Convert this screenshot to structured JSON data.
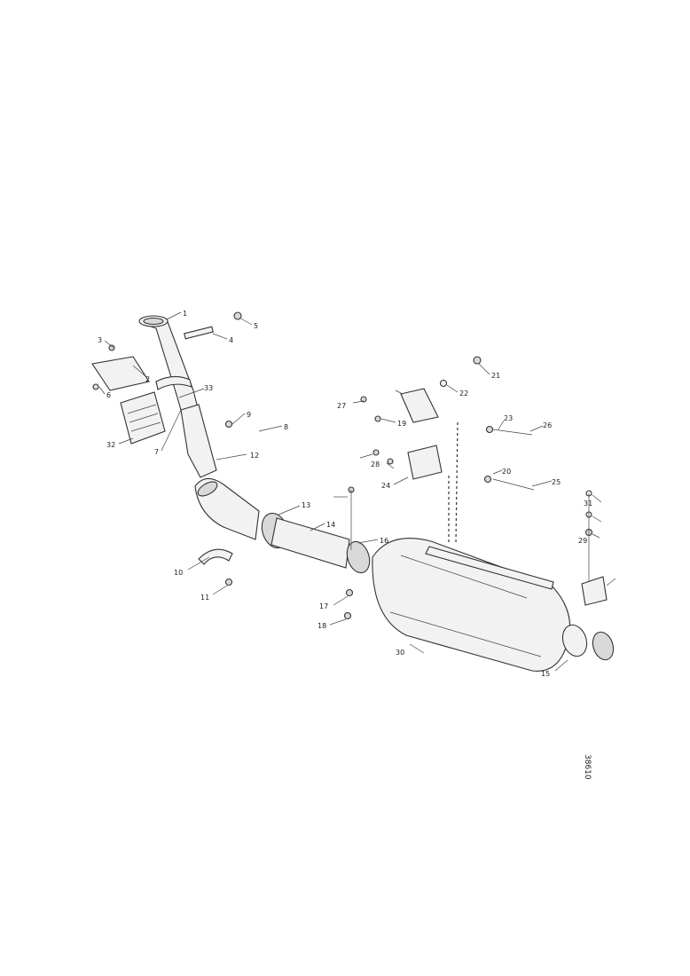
{
  "drawing_reference": "38610",
  "callouts": [
    "1",
    "2",
    "3",
    "4",
    "5",
    "6",
    "7",
    "8",
    "9",
    "10",
    "11",
    "12",
    "13",
    "14",
    "15",
    "16",
    "17",
    "18",
    "19",
    "20",
    "21",
    "22",
    "23",
    "24",
    "25",
    "26",
    "27",
    "28",
    "29",
    "30",
    "31",
    "32",
    "33"
  ]
}
